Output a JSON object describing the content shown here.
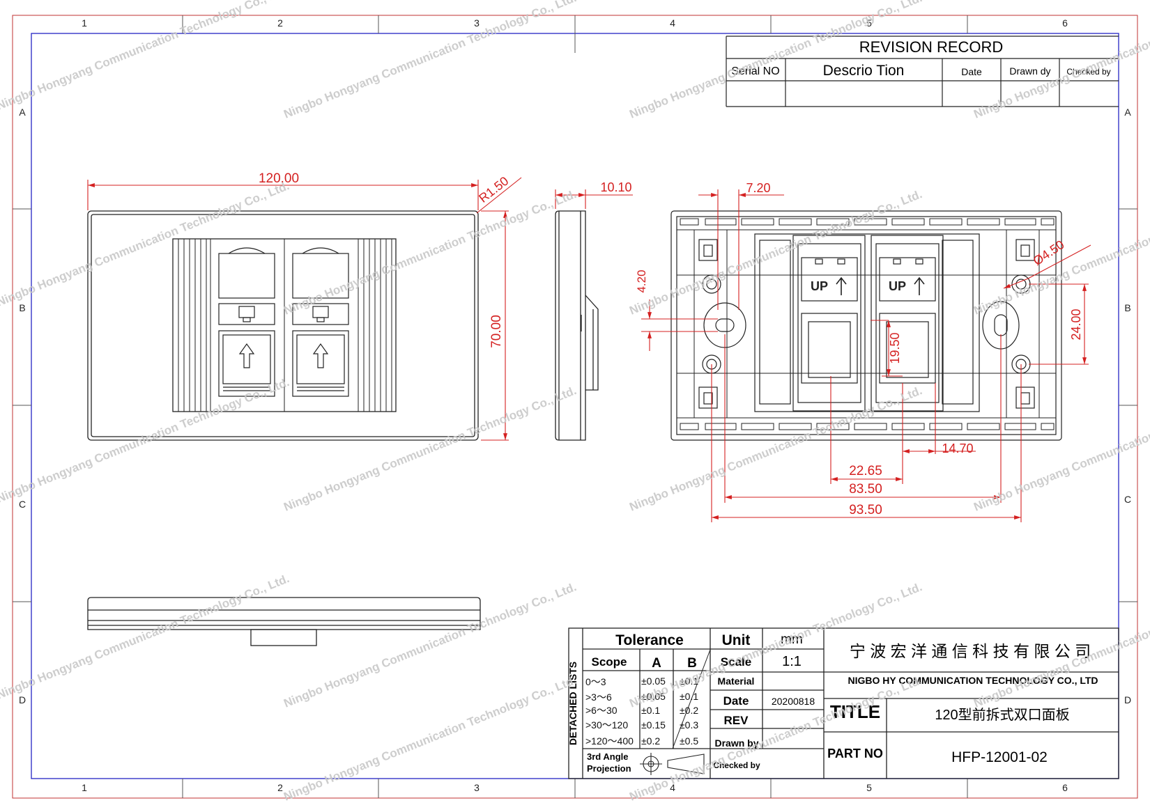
{
  "border": {
    "cols": [
      "1",
      "2",
      "3",
      "4",
      "5",
      "6"
    ],
    "rows": [
      "A",
      "B",
      "C",
      "D"
    ]
  },
  "revision": {
    "title": "REVISION RECORD",
    "headers": [
      "Serial NO",
      "Descrio Tion",
      "Date",
      "Drawn dy",
      "Checked by"
    ]
  },
  "dims": {
    "width": "120.00",
    "radius": "R1.50",
    "height": "70.00",
    "thickness": "10.10",
    "d720": "7.20",
    "d420": "4.20",
    "dia450": "Ø4.50",
    "d2400": "24.00",
    "d1950": "19.50",
    "d1470": "14.70",
    "d2265": "22.65",
    "d8350": "83.50",
    "d9350": "93.50"
  },
  "up_label": "UP",
  "title_block": {
    "tolerance_label": "Tolerance",
    "unit_label": "Unit",
    "unit_value": "mm",
    "scope_label": "Scope",
    "col_a": "A",
    "col_b": "B",
    "scale_label": "Scale",
    "scale_value": "1:1",
    "material_label": "Material",
    "date_label": "Date",
    "date_value": "20200818",
    "rev_label": "REV",
    "drawn_label": "Drawn by",
    "checked_label": "Checked by",
    "detached": "DETACHED LISTS",
    "projection_1": "3rd Angle",
    "projection_2": "Projection",
    "tol_rows": [
      {
        "scope": "0～3",
        "a": "±0.05",
        "b": "±0.1"
      },
      {
        "scope": ">3～6",
        "a": "±0.05",
        "b": "±0.1"
      },
      {
        "scope": ">6～30",
        "a": "±0.1",
        "b": "±0.2"
      },
      {
        "scope": ">30～120",
        "a": "±0.15",
        "b": "±0.3"
      },
      {
        "scope": ">120～400",
        "a": "±0.2",
        "b": "±0.5"
      }
    ],
    "company_cn": "宁 波 宏 洋 通 信 科 技 有 限 公 司",
    "company_en": "NIGBO HY COMMUNICATION TECHNOLOGY CO., LTD",
    "title_label": "TITLE",
    "title_value": "120型前拆式双口面板",
    "part_label": "PART NO",
    "part_value": "HFP-12001-02"
  },
  "watermarks": [
    "Ningbo Hongyang Communication Technology Co., Ltd.",
    "Ningbo Hongyang Communication Technology Co., Ltd.",
    "Ningbo Hongyang Communication Technology Co., Ltd.",
    "Ningbo Hongyang Communication Technology Co., Ltd.",
    "Ningbo Hongyang Communication Technology Co., Ltd.",
    "Ningbo Hongyang Communication Technology Co., Ltd.",
    "Ningbo Hongyang Communication Technology Co., Ltd.",
    "Ningbo Hongyang Communication Technology Co., Ltd.",
    "Ningbo Hongyang Communication Technology Co., Ltd.",
    "Ningbo Hongyang Communication Technology Co., Ltd.",
    "Ningbo Hongyang Communication Technology Co., Ltd.",
    "Ningbo Hongyang Communication Technology Co., Ltd.",
    "Ningbo Hongyang Communication Technology Co., Ltd.",
    "Ningbo Hongyang Communication Technology Co., Ltd.",
    "Ningbo Hongyang Communication Technology Co., Ltd.",
    "Ningbo Hongyang Communication Technology Co., Ltd.",
    "Ningbo Hongyang Communication Technology Co., Ltd.",
    "Ningbo Hongyang Communication Technology Co., Ltd."
  ]
}
